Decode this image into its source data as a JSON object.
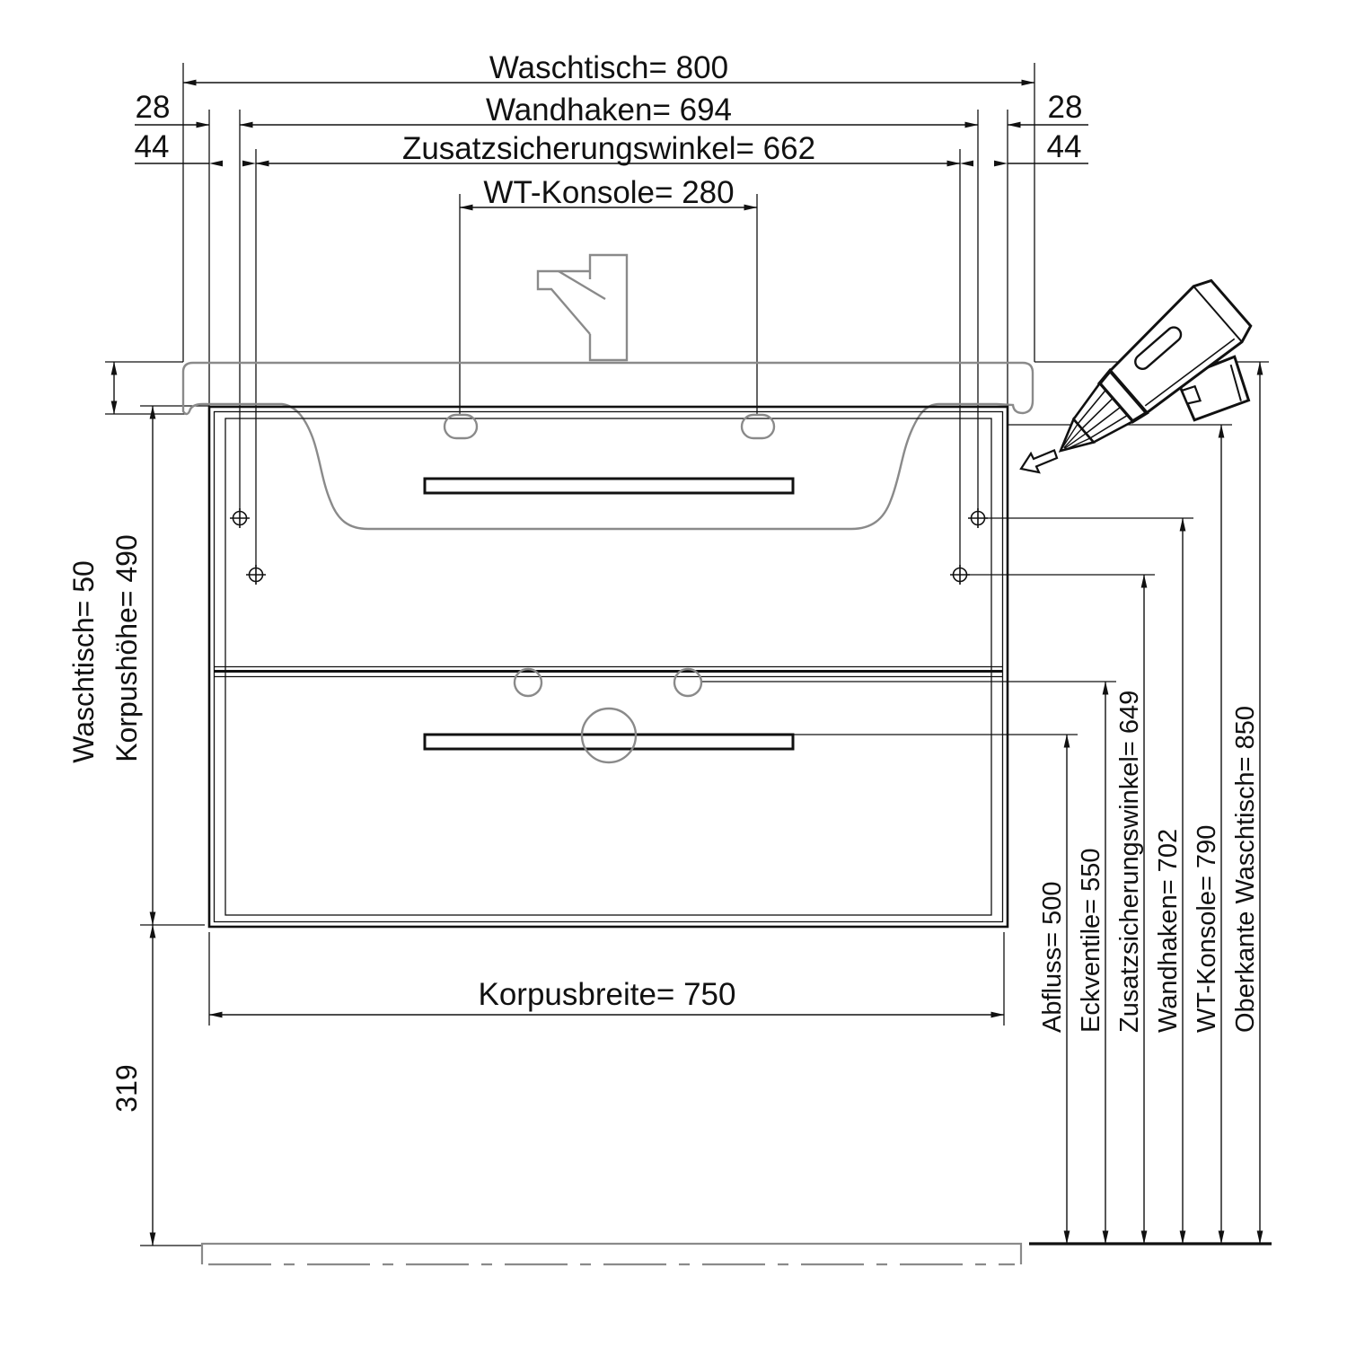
{
  "drawing": {
    "type": "installation-dimension-drawing",
    "subject": "washbasin vanity cabinet front view",
    "units_shown": "mm"
  },
  "dimensions_top": [
    {
      "label": "Waschtisch= 800"
    },
    {
      "label": "Wandhaken= 694"
    },
    {
      "label": "Zusatzsicherungswinkel= 662"
    },
    {
      "label": "WT-Konsole= 280"
    }
  ],
  "edge_offsets": {
    "left_28": "28",
    "left_44": "44",
    "right_28": "28",
    "right_44": "44"
  },
  "dimensions_left": {
    "basin_thickness": "Waschtisch= 50",
    "body_height": "Korpushöhe= 490",
    "floor_clearance": "319"
  },
  "dimension_bottom": {
    "body_width": "Korpusbreite= 750"
  },
  "dimensions_right": [
    {
      "label": "Abfluss= 500"
    },
    {
      "label": "Eckventile= 550"
    },
    {
      "label": "Zusatzsicherungswinkel= 649"
    },
    {
      "label": "Wandhaken= 702"
    },
    {
      "label": "WT-Konsole= 790"
    },
    {
      "label": "Oberkante Waschtisch= 850"
    }
  ],
  "icons": {
    "tool": "glue-gun-icon",
    "mount_direction": "hollow-arrow-icon"
  },
  "colors": {
    "primary_line": "#111111",
    "secondary_line": "#8a8a8a",
    "background": "#ffffff"
  }
}
